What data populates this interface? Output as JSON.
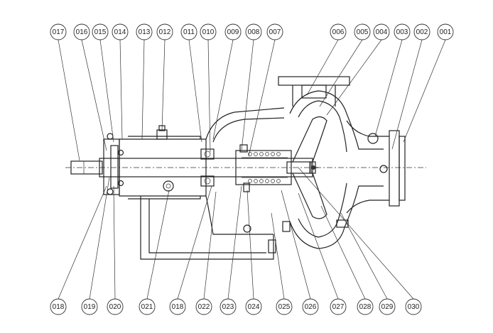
{
  "callouts_top": [
    "017",
    "016",
    "015",
    "014",
    "013",
    "012",
    "011",
    "010",
    "009",
    "008",
    "007",
    "006",
    "005",
    "004",
    "003",
    "002",
    "001"
  ],
  "callouts_bottom": [
    "018",
    "019",
    "020",
    "021",
    "018",
    "022",
    "023",
    "024",
    "025",
    "026",
    "027",
    "028",
    "029",
    "030"
  ],
  "colors": {
    "line": "#222222",
    "background": "#ffffff"
  }
}
